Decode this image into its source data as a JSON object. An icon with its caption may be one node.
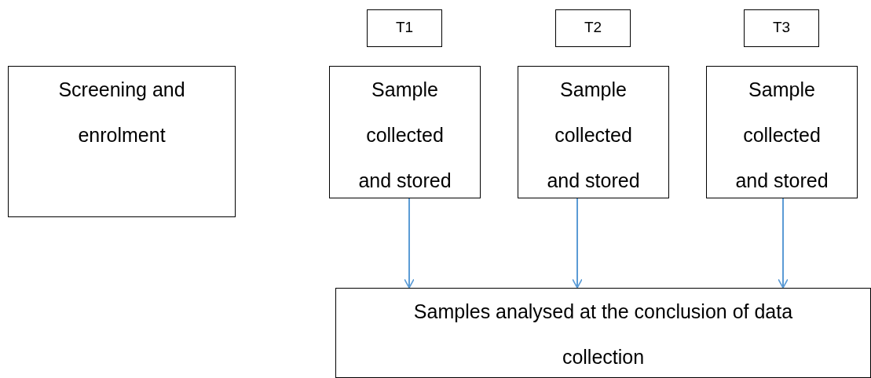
{
  "diagram": {
    "nodes": [
      {
        "text": [
          "T1"
        ]
      },
      {
        "text": [
          "T2"
        ]
      },
      {
        "text": [
          "T3"
        ]
      },
      {
        "text": [
          "Screening and enrolment"
        ]
      },
      {
        "text": [
          "Sample collected and stored"
        ]
      },
      {
        "text": [
          "Sample collected and stored"
        ]
      },
      {
        "text": [
          "Sample collected and stored"
        ]
      },
      {
        "text": [
          "Samples analysed at the conclusion of data collection"
        ]
      }
    ],
    "edges": [
      {
        "from": 4,
        "to": 7,
        "arrow": "to",
        "color": "#5b9bd5"
      },
      {
        "from": 5,
        "to": 7,
        "arrow": "to",
        "color": "#5b9bd5"
      },
      {
        "from": 6,
        "to": 7,
        "arrow": "to",
        "color": "#5b9bd5"
      }
    ]
  }
}
